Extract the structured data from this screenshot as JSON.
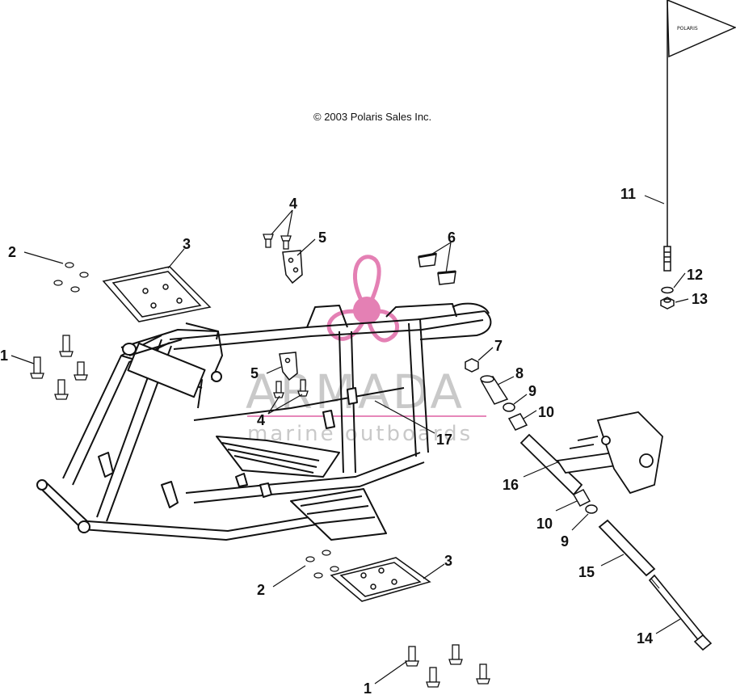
{
  "copyright": "© 2003 Polaris Sales Inc.",
  "watermark": {
    "title": "ARMADA",
    "subtitle": "marine outboards",
    "accent_color": "#e06aa8"
  },
  "flag_label": "POLARIS",
  "callouts": [
    "1",
    "2",
    "3",
    "4",
    "5",
    "6",
    "7",
    "8",
    "9",
    "10",
    "11",
    "12",
    "13",
    "14",
    "15",
    "16",
    "17"
  ],
  "callout_instances": [
    {
      "id": "c1a",
      "label": "1"
    },
    {
      "id": "c1b",
      "label": "1"
    },
    {
      "id": "c2a",
      "label": "2"
    },
    {
      "id": "c2b",
      "label": "2"
    },
    {
      "id": "c3a",
      "label": "3"
    },
    {
      "id": "c3b",
      "label": "3"
    },
    {
      "id": "c4a",
      "label": "4"
    },
    {
      "id": "c4b",
      "label": "4"
    },
    {
      "id": "c5a",
      "label": "5"
    },
    {
      "id": "c5b",
      "label": "5"
    },
    {
      "id": "c6",
      "label": "6"
    },
    {
      "id": "c7",
      "label": "7"
    },
    {
      "id": "c8",
      "label": "8"
    },
    {
      "id": "c9a",
      "label": "9"
    },
    {
      "id": "c9b",
      "label": "9"
    },
    {
      "id": "c10a",
      "label": "10"
    },
    {
      "id": "c10b",
      "label": "10"
    },
    {
      "id": "c11",
      "label": "11"
    },
    {
      "id": "c12",
      "label": "12"
    },
    {
      "id": "c13",
      "label": "13"
    },
    {
      "id": "c14",
      "label": "14"
    },
    {
      "id": "c15",
      "label": "15"
    },
    {
      "id": "c16",
      "label": "16"
    },
    {
      "id": "c17",
      "label": "17"
    }
  ],
  "colors": {
    "line": "#111111",
    "background": "#ffffff",
    "watermark_gray": "#9c9c9c"
  }
}
